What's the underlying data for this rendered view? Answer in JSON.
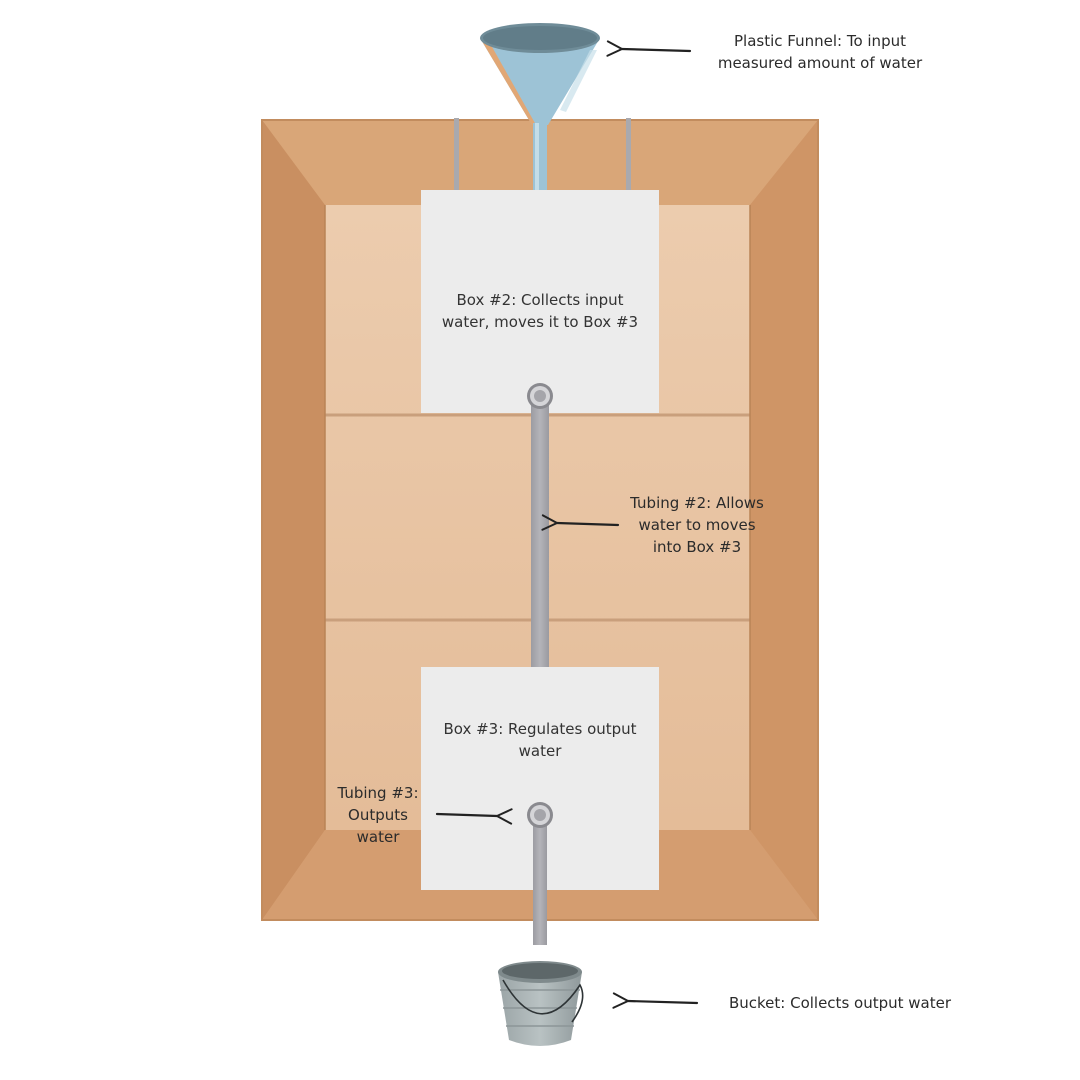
{
  "labels": {
    "funnel": "Plastic Funnel: To input\nmeasured amount of water",
    "box2": "Box #2: Collects input\nwater, moves it to Box #3",
    "tubing2": "Tubing #2: Allows\nwater to moves\ninto Box #3",
    "box3": "Box #3: Regulates output\nwater",
    "tubing3": "Tubing #3:\nOutputs\nwater",
    "bucket": "Bucket: Collects output water"
  },
  "colors": {
    "cardboard": "#d9a377",
    "cardboard_floor": "#e7c4a3",
    "panel": "#ececec",
    "tube": "#a9a9ae",
    "funnel": "#9dc3d6",
    "bucket": "#a7b1b3"
  }
}
